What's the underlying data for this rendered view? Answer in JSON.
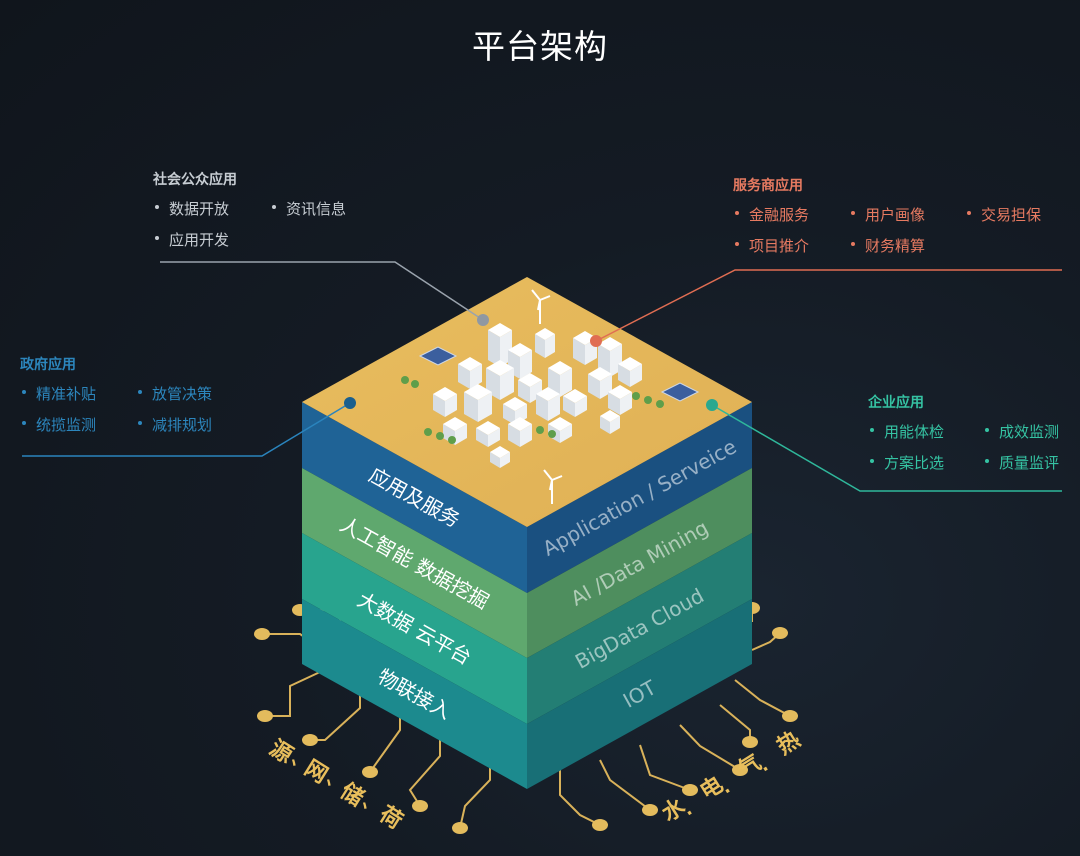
{
  "title": "平台架构",
  "panels": {
    "public": {
      "title": "社会公众应用",
      "items": [
        "数据开放",
        "资讯信息",
        "应用开发"
      ],
      "color": "#c7cdd3"
    },
    "provider": {
      "title": "服务商应用",
      "items": [
        "金融服务",
        "用户画像",
        "交易担保",
        "项目推介",
        "财务精算"
      ],
      "color": "#e67a61"
    },
    "gov": {
      "title": "政府应用",
      "items": [
        "精准补贴",
        "放管决策",
        "统揽监测",
        "减排规划"
      ],
      "color": "#2c86bd"
    },
    "ent": {
      "title": "企业应用",
      "items": [
        "用能体检",
        "成效监测",
        "方案比选",
        "质量监评"
      ],
      "color": "#35c3a3"
    }
  },
  "layers": [
    {
      "cn": "应用及服务",
      "en": "Application / Serveice",
      "front": "#1f6396",
      "side": "#1a5080"
    },
    {
      "cn": "人工智能 数据挖掘",
      "en": "AI /Data Mining",
      "front": "#5fa86e",
      "side": "#4e8e5e"
    },
    {
      "cn": "大数据 云平台",
      "en": "BigData Cloud",
      "front": "#28a48e",
      "side": "#237e74"
    },
    {
      "cn": "物联接入",
      "en": "IOT",
      "front": "#1c8a8e",
      "side": "#186f76"
    }
  ],
  "sources_left": [
    "源",
    "网",
    "储",
    "荷"
  ],
  "sources_right": [
    "水",
    "电",
    "气",
    "热"
  ],
  "accent_gold": "#e8be5c"
}
